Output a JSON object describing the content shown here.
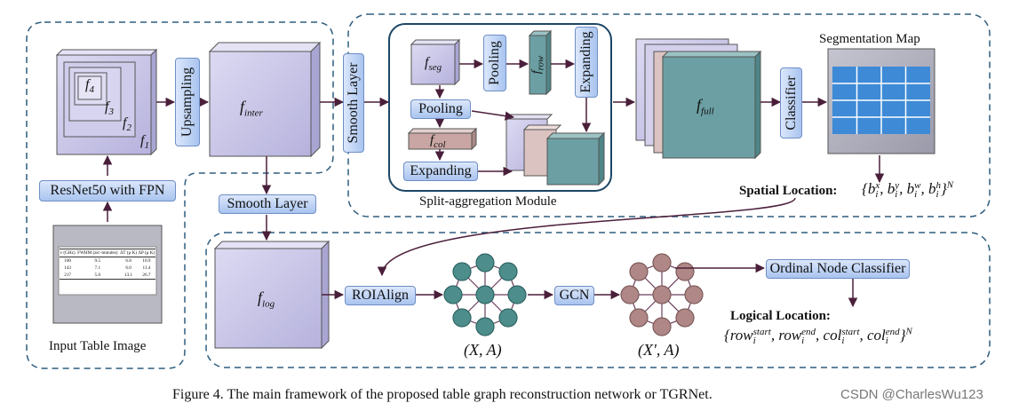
{
  "modules": {
    "resnet": "ResNet50 with FPN",
    "upsampling": "Upsampling",
    "smooth_layer_top": "Smooth Layer",
    "smooth_layer_bottom": "Smooth Layer",
    "pooling_left": "Pooling",
    "pooling_top": "Pooling",
    "expanding_left": "Expanding",
    "expanding_top": "Expanding",
    "classifier": "Classifier",
    "roialign": "ROIAlign",
    "gcn": "GCN",
    "ordinal_classifier": "Ordinal Node Classifier"
  },
  "labels": {
    "input_table_image": "Input Table Image",
    "split_aggregation": "Split-aggregation Module",
    "segmentation_map": "Segmentation Map",
    "spatial_location": "Spatial Location:",
    "logical_location": "Logical Location:",
    "graph_x_a": "(X, A)",
    "graph_x_prime_a": "(X', A)",
    "caption": "Figure 4. The main framework of the proposed table graph reconstruction network or TGRNet.",
    "watermark": "CSDN @CharlesWu123"
  },
  "features": {
    "f1": "f",
    "f1_sub": "1",
    "f2": "f",
    "f2_sub": "2",
    "f3": "f",
    "f3_sub": "3",
    "f4": "f",
    "f4_sub": "4",
    "inter": "f",
    "inter_sub": "inter",
    "seg": "f",
    "seg_sub": "seg",
    "row": "f",
    "row_sub": "row",
    "col": "f",
    "col_sub": "col",
    "full": "f",
    "full_sub": "full",
    "log": "f",
    "log_sub": "log"
  },
  "formulas": {
    "spatial": "{b_i^x, b_i^y, b_i^w, b_i^h}^N",
    "logical": "{row_i^start, row_i^end, col_i^start, col_i^end}^N"
  },
  "input_table": {
    "headers": [
      "ν (GHz)",
      "FWHM (arc-minutes)",
      "ΔT (μ K)",
      "ΔP (μ K)"
    ],
    "rows": [
      [
        "100",
        "9.5",
        "6.8",
        "10.9"
      ],
      [
        "143",
        "7.1",
        "6.0",
        "11.4"
      ],
      [
        "217",
        "5.0",
        "13.1",
        "26.7"
      ]
    ]
  },
  "colors": {
    "feature_fill": "#c9c6e8",
    "teal": "#6b9fa3",
    "pink": "#c9a6a3",
    "graph1_node": "#4d8d8c",
    "graph2_node": "#b08787",
    "button_border": "#6f8fc6",
    "segmap_fill": "#3e8ad6"
  }
}
